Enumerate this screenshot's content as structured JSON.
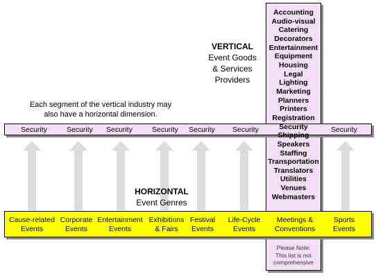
{
  "vertical": {
    "title": "VERTICAL",
    "subtitle_lines": [
      "Event Goods",
      "& Services",
      "Providers"
    ],
    "items": [
      "Accounting",
      "Audio-visual",
      "Catering",
      "Decorators",
      "Entertainment",
      "Equipment",
      "Housing",
      "Legal",
      "Lighting",
      "Marketing",
      "Planners",
      "Printers",
      "Registration",
      "Security",
      "Shipping",
      "Speakers",
      "Staffing",
      "Transportation",
      "Translators",
      "Utilities",
      "Venues",
      "Webmasters"
    ],
    "note_lines": [
      "Please Note:",
      "This list is not",
      "comprehensive"
    ]
  },
  "horizontal_note_lines": [
    "Each segment of the vertical industry may",
    "also have a horizontal dimension."
  ],
  "security_label": "Security",
  "horizontal": {
    "title": "HORIZONTAL",
    "subtitle": "Event Genres"
  },
  "genres": [
    [
      "Cause-related",
      "Events"
    ],
    [
      "Corporate",
      "Events"
    ],
    [
      "Entertainment",
      "Events"
    ],
    [
      "Exhibitions",
      "& Fairs"
    ],
    [
      "Festival",
      "Events"
    ],
    [
      "Life-Cycle",
      "Events"
    ],
    [
      "Meetings &",
      "Conventions"
    ],
    [
      "Sports",
      "Events"
    ]
  ],
  "colors": {
    "vertical_fill": "#f4e0f6",
    "genre_fill": "#ffff00",
    "arrow_fill": "#dcdcdc"
  }
}
